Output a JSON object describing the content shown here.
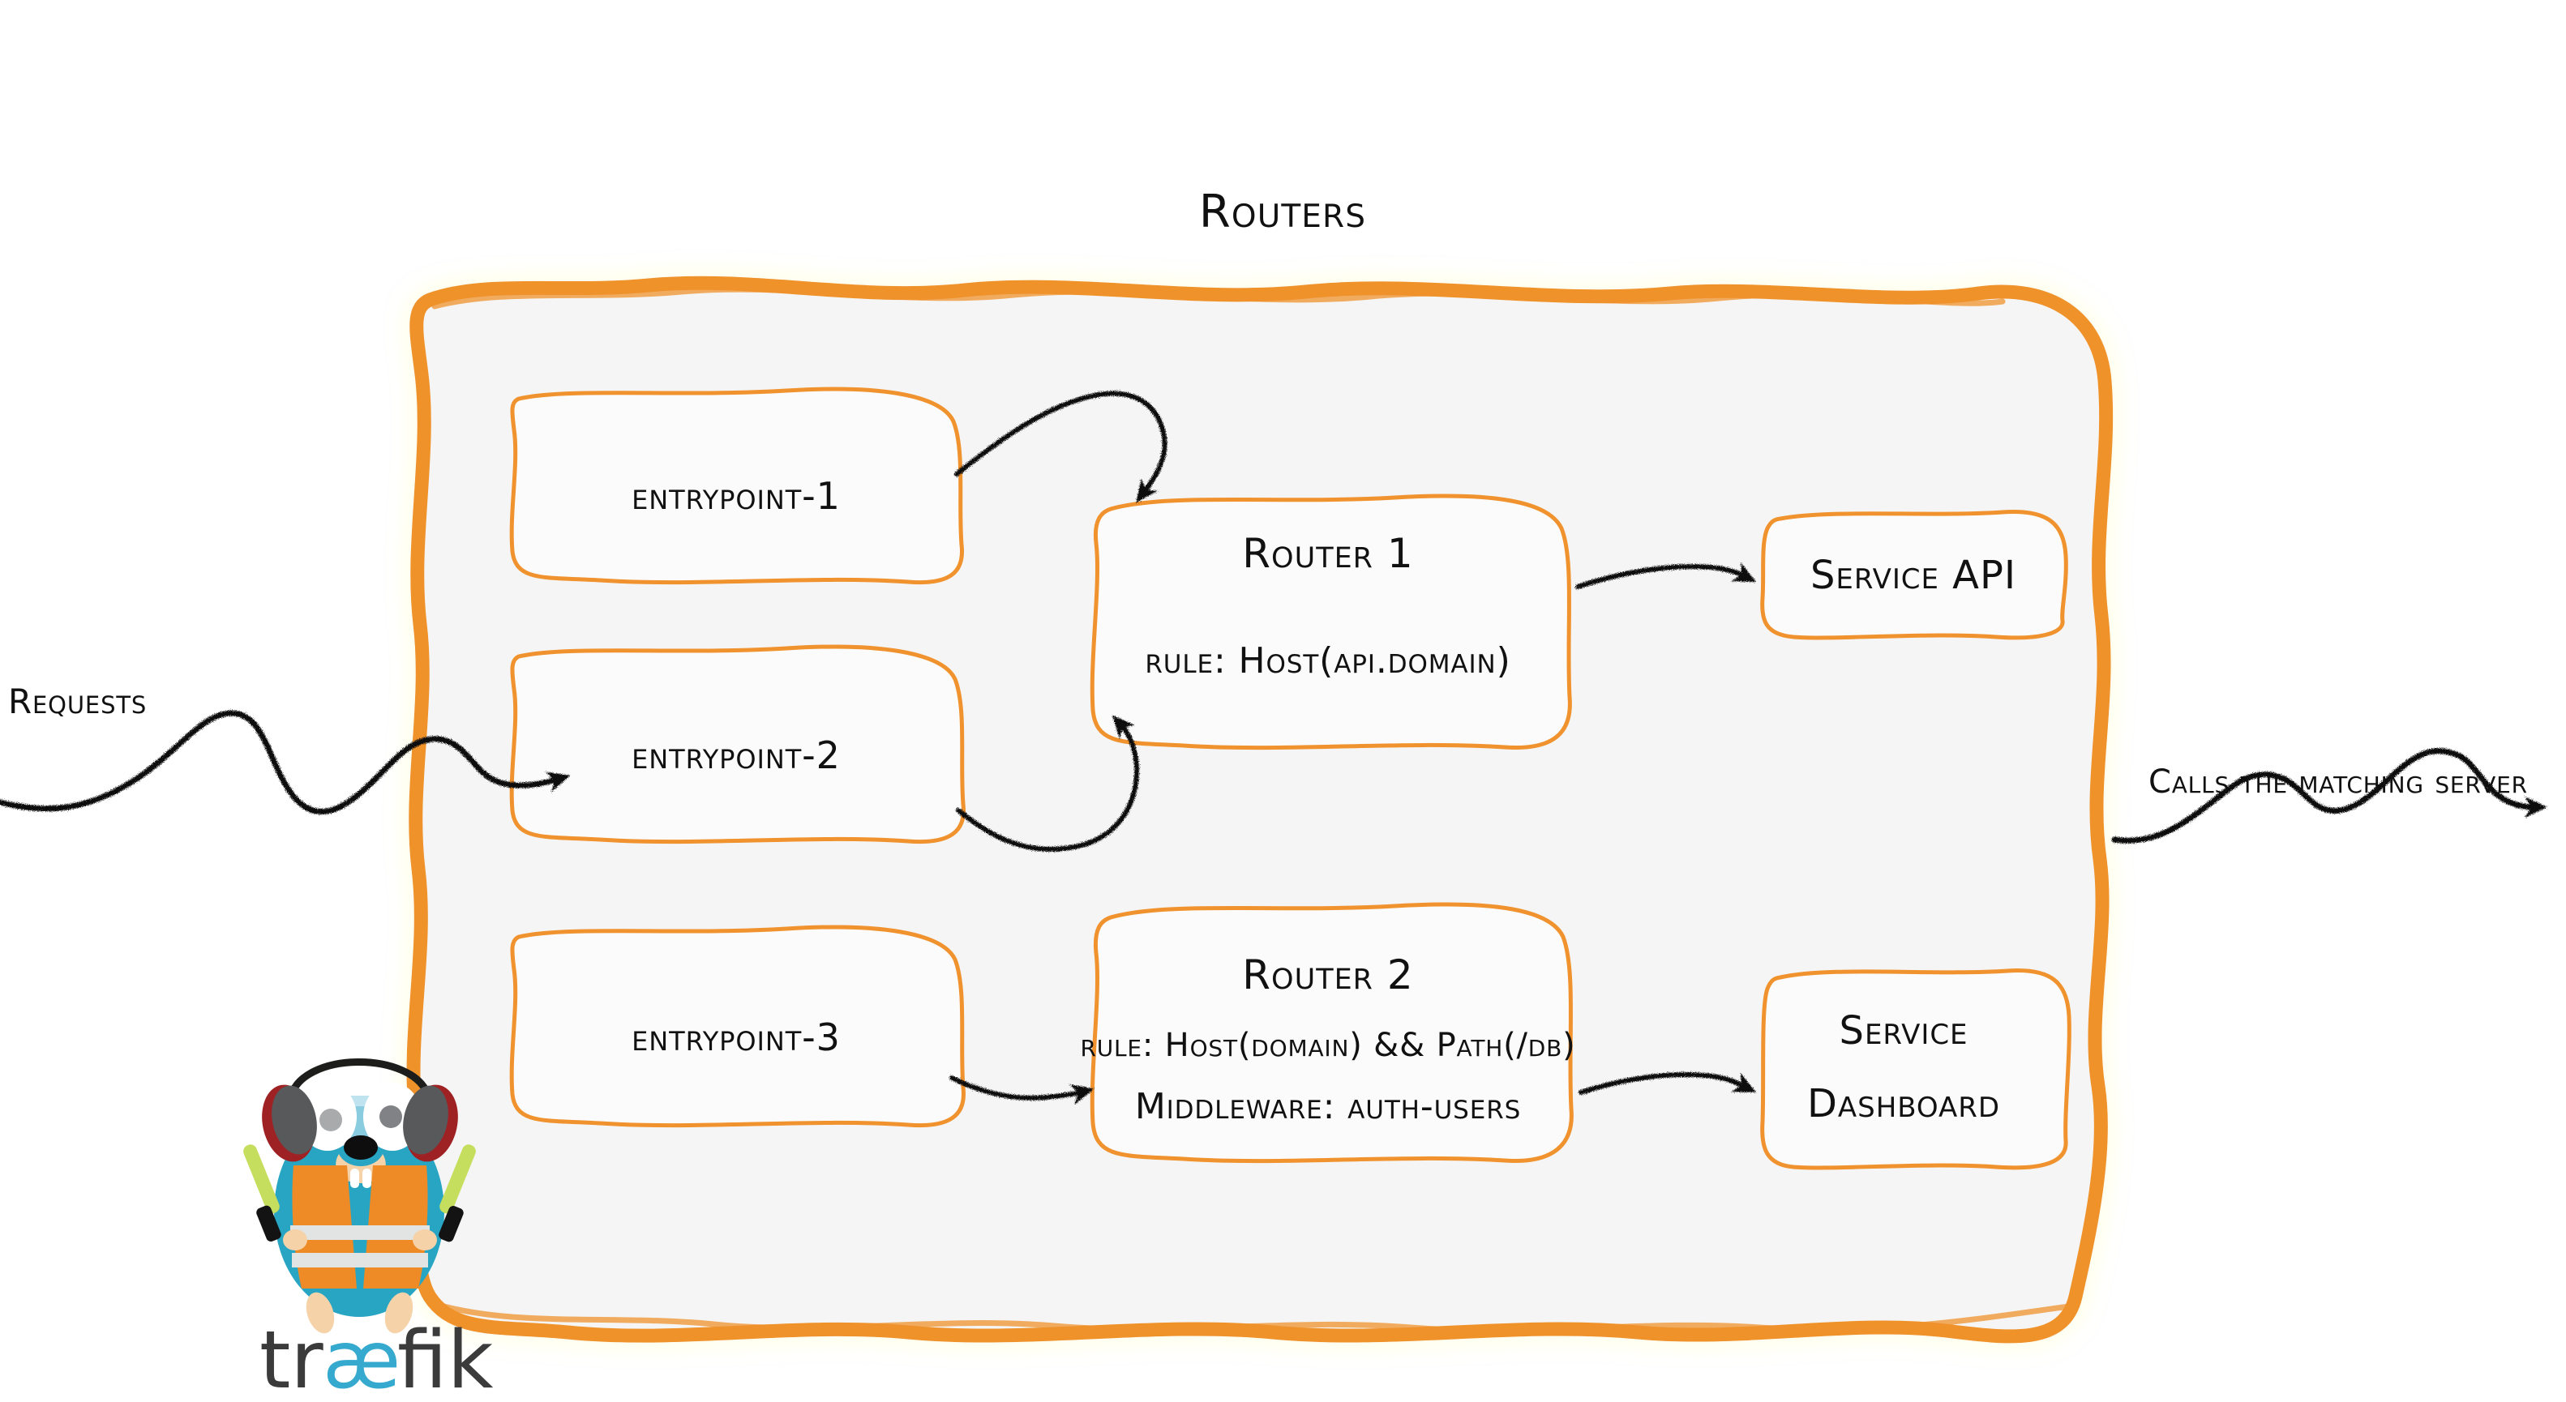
{
  "title": "Routers",
  "colors": {
    "frame_orange": "#EF922C",
    "box_orange": "#F0922E",
    "canvas_fill": "#F5F5F5",
    "box_fill": "#FBFBFB",
    "ink": "#111111",
    "gopher_blue": "#29A5C4",
    "gopher_vest": "#EE8B26",
    "gopher_stripe": "#E2E4E3",
    "gopher_muzzle": "#F5D2A8",
    "headphone_gray": "#58595B",
    "headphone_red": "#9E2124",
    "wand_green": "#C5DE5E",
    "logo_dark": "#3B3B3B",
    "logo_cyan": "#36A9CE"
  },
  "external": {
    "requests_label": "Requests",
    "calls_label": "Calls the matching server"
  },
  "entrypoints": [
    {
      "label": "entrypoint-1"
    },
    {
      "label": "entrypoint-2"
    },
    {
      "label": "entrypoint-3"
    }
  ],
  "routers": [
    {
      "name": "Router 1",
      "lines": [
        "rule: Host(api.domain)"
      ]
    },
    {
      "name": "Router 2",
      "lines": [
        "rule: Host(domain) && Path(/db)",
        "Middleware: auth-users"
      ]
    }
  ],
  "services": [
    {
      "lines": [
        "Service API"
      ]
    },
    {
      "lines": [
        "Service",
        "Dashboard"
      ]
    }
  ],
  "logo": {
    "word_part1": "tr",
    "word_part2": "æ",
    "word_part3": "fik"
  }
}
